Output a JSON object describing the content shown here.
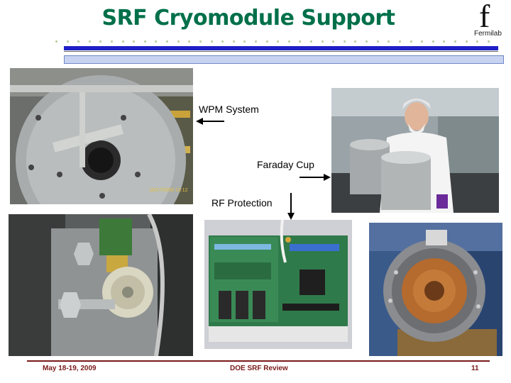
{
  "slide": {
    "title": "SRF Cryomodule Support",
    "logo_mark": "f",
    "logo_text": "Fermilab"
  },
  "labels": {
    "wpm": "WPM System",
    "faraday": "Faraday Cup",
    "rf": "RF Protection"
  },
  "footer": {
    "date": "May 18-19, 2009",
    "center": "DOE SRF Review",
    "page": "11"
  },
  "photo_stamp": "10/27/2008 13:12",
  "colors": {
    "title": "#00704a",
    "rule": "#2020c8",
    "footer": "#7a1a1a"
  }
}
